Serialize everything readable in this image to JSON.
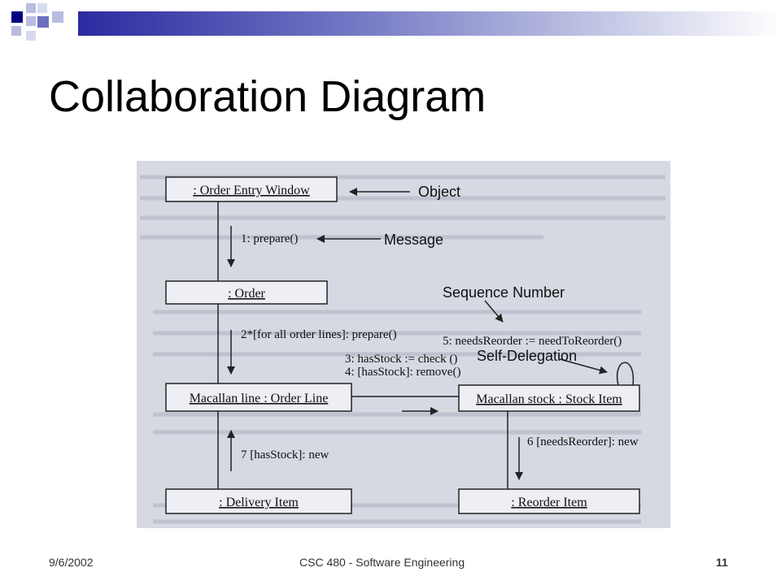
{
  "slide": {
    "title": "Collaboration Diagram",
    "date": "9/6/2002",
    "course": "CSC 480 - Software Engineering",
    "page_number": "11",
    "accent_colors": [
      "#000080",
      "#6a6fc0",
      "#b8bce0"
    ]
  },
  "diagram": {
    "objects": {
      "order_entry_window": ": Order Entry Window",
      "order": ": Order",
      "macallan_line": "Macallan line : Order Line",
      "macallan_stock": "Macallan stock : Stock Item",
      "delivery_item": ": Delivery Item",
      "reorder_item": ": Reorder Item"
    },
    "messages": {
      "prepare": "1: prepare()",
      "prepare_all": "2*[for all order lines]: prepare()",
      "has_stock": "3: hasStock := check ()",
      "remove": "4: [hasStock]: remove()",
      "needs_reorder": "5: needsReorder := needToReorder()",
      "new_reorder": "6 [needsReorder]: new",
      "new_delivery": "7 [hasStock]: new"
    },
    "callouts": {
      "object": "Object",
      "message": "Message",
      "sequence_number": "Sequence Number",
      "self_delegation": "Self-Delegation"
    }
  }
}
